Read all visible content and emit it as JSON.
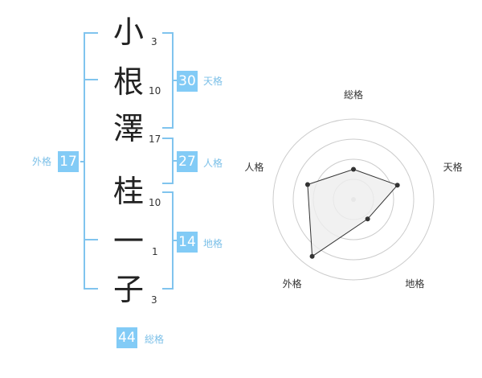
{
  "name_chars": [
    {
      "char": "小",
      "strokes": "3"
    },
    {
      "char": "根",
      "strokes": "10"
    },
    {
      "char": "澤",
      "strokes": "17"
    },
    {
      "char": "桂",
      "strokes": "10"
    },
    {
      "char": "一",
      "strokes": "1"
    },
    {
      "char": "子",
      "strokes": "3"
    }
  ],
  "kakusu": {
    "tenkaku": {
      "label": "天格",
      "value": "30"
    },
    "jinkaku": {
      "label": "人格",
      "value": "27"
    },
    "chikaku": {
      "label": "地格",
      "value": "14"
    },
    "gaikaku": {
      "label": "外格",
      "value": "17"
    },
    "soukaku": {
      "label": "総格",
      "value": "44"
    }
  },
  "colors": {
    "accent": "#82cbf6",
    "bracket": "#80c4ee",
    "label_text": "#7cc0e8",
    "ring": "#cccccc",
    "polygon_fill": "#eeeeee",
    "polygon_stroke": "#333333",
    "point": "#333333"
  },
  "chart_data": {
    "type": "radar",
    "axes": [
      "総格",
      "天格",
      "地格",
      "外格",
      "人格"
    ],
    "rings": 4,
    "range": [
      0,
      4
    ],
    "values": [
      1.5,
      2.3,
      1.2,
      3.5,
      2.4
    ],
    "grid": true,
    "legend": "none"
  }
}
